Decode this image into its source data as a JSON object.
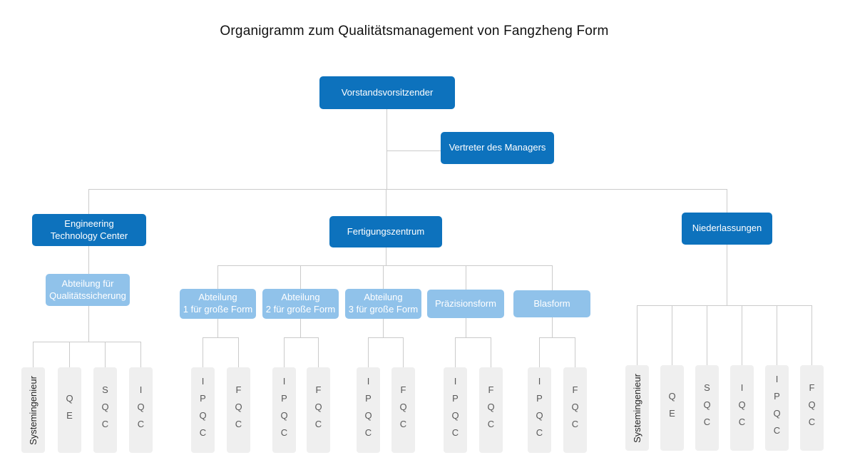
{
  "title": "Organigramm zum Qualitätsmanagement von Fangzheng Form",
  "colors": {
    "primary_box": "#0d72bd",
    "secondary_box": "#90c2ea",
    "leaf_box": "#efefef",
    "connector_line": "#cbcbcb",
    "box_text": "#ffffff"
  },
  "nodes": {
    "chairman": "Vorstandsvorsitzender",
    "deputy": "Vertreter des Managers",
    "engineering": "Engineering\nTechnology Center",
    "manufacturing": "Fertigungszentrum",
    "branches": "Niederlassungen",
    "qa": "Abteilung für\nQualitätssicherung",
    "dept1": "Abteilung\n1 für große Form",
    "dept2": "Abteilung\n2 für große Form",
    "dept3": "Abteilung\n3 für große Form",
    "precision": "Präzisionsform",
    "blow": "Blasform"
  },
  "leaves": {
    "qa": [
      "Systemingenieur",
      "QE",
      "SQC",
      "IQC"
    ],
    "dept1": [
      "IPQC",
      "FQC"
    ],
    "dept2": [
      "IPQC",
      "FQC"
    ],
    "dept3": [
      "IPQC",
      "FQC"
    ],
    "precision": [
      "IPQC",
      "FQC"
    ],
    "blow": [
      "IPQC",
      "FQC"
    ],
    "branches": [
      "Systemingenieur",
      "QE",
      "SQC",
      "IQC",
      "IPQC",
      "FQC"
    ]
  }
}
